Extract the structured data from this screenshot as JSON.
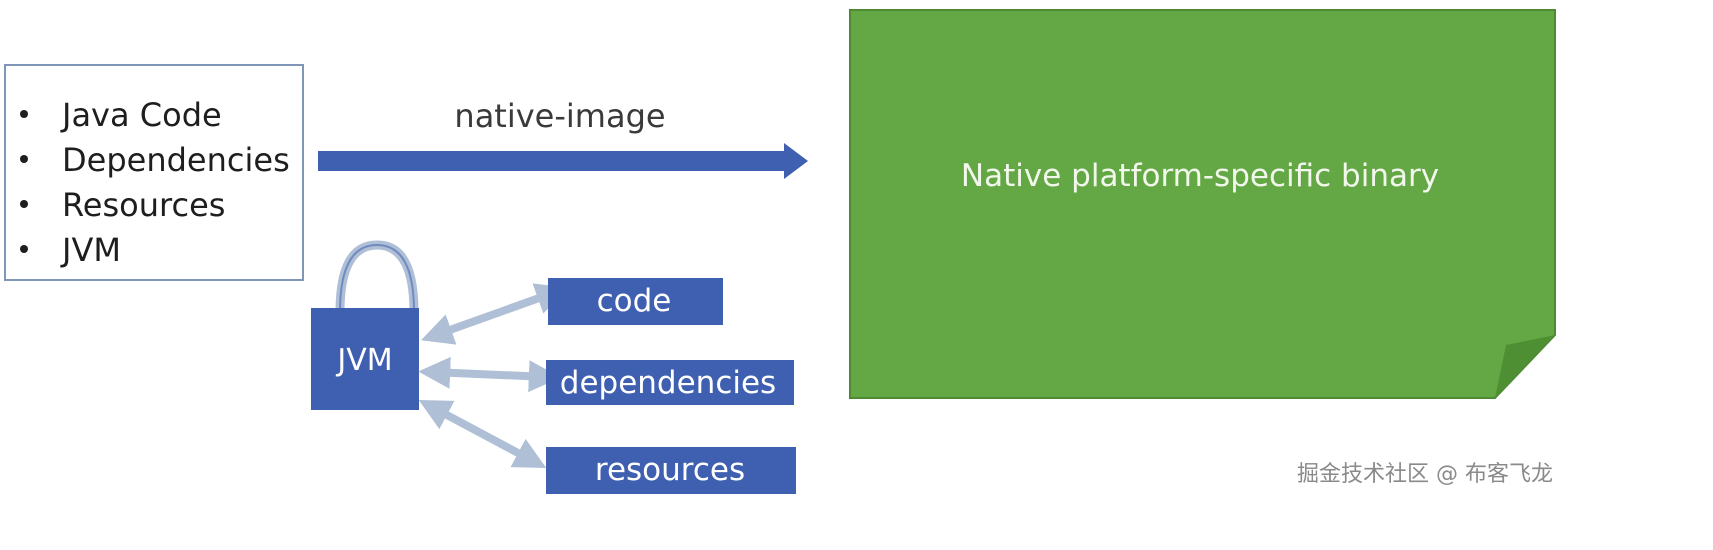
{
  "colors": {
    "accent_blue": "#3f5fb0",
    "light_arrow": "#aebfd6",
    "binary_green": "#64a845",
    "box_border": "#7f96b8"
  },
  "input_box": {
    "items": [
      "Java Code",
      "Dependencies",
      "Resources",
      "JVM"
    ]
  },
  "main_arrow": {
    "label": "native-image"
  },
  "binary": {
    "label": "Native platform-specific binary"
  },
  "jvm_block": {
    "label": "JVM",
    "targets": [
      "code",
      "dependencies",
      "resources"
    ]
  },
  "watermark": "掘金技术社区 @ 布客飞龙"
}
